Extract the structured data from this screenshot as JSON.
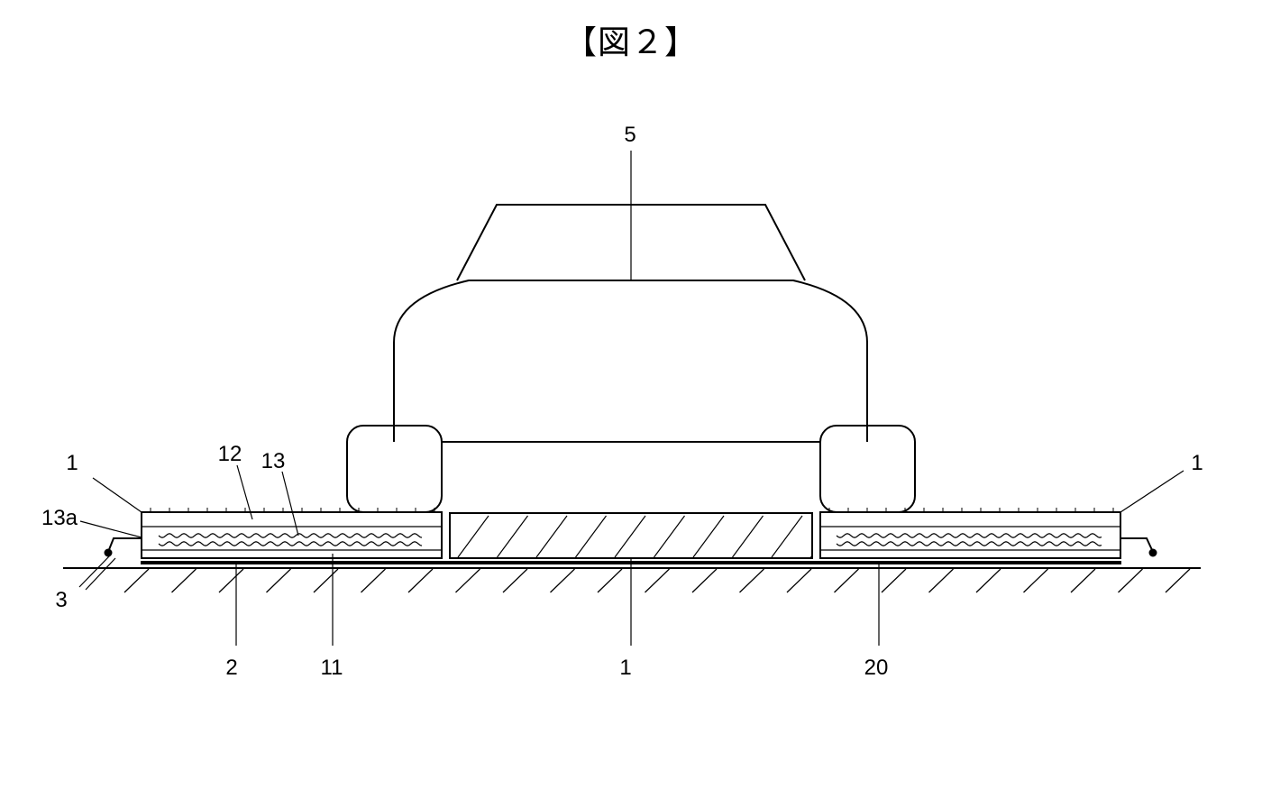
{
  "figure": {
    "title": "【図２】"
  },
  "labels": {
    "vehicle": "5",
    "left_board": "1",
    "right_board": "1",
    "center_board": "1",
    "label_12": "12",
    "label_13": "13",
    "label_13a": "13a",
    "label_3": "3",
    "label_2": "2",
    "label_11": "11",
    "label_20": "20"
  }
}
